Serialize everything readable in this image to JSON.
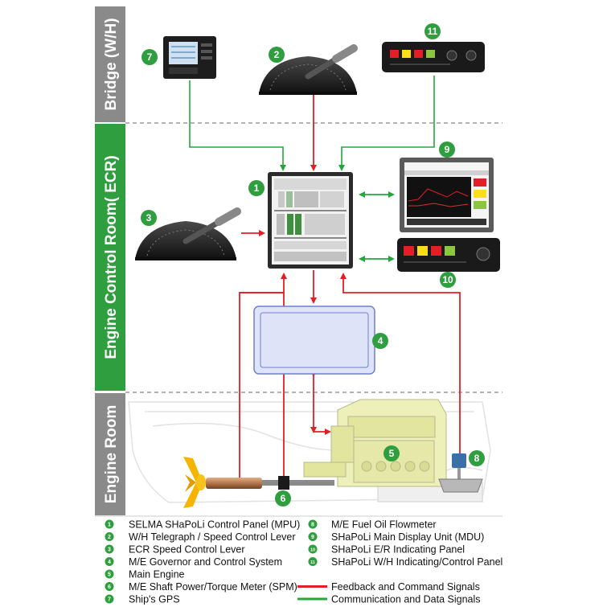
{
  "zones": [
    {
      "label": "Bridge (W/H)"
    },
    {
      "label": "Engine Control Room( ECR)"
    },
    {
      "label": "Engine Room"
    }
  ],
  "components": [
    {
      "num": "1",
      "label": "SELMA SHaPoLi Control Panel (MPU)"
    },
    {
      "num": "2",
      "label": "W/H Telegraph / Speed Control Lever"
    },
    {
      "num": "3",
      "label": "ECR Speed Control Lever"
    },
    {
      "num": "4",
      "label": "M/E Governor and Control System"
    },
    {
      "num": "5",
      "label": "Main Engine"
    },
    {
      "num": "6",
      "label": "M/E Shaft Power/Torque Meter (SPM)"
    },
    {
      "num": "7",
      "label": "Ship's GPS"
    },
    {
      "num": "8",
      "label": "M/E Fuel Oil Flowmeter"
    },
    {
      "num": "9",
      "label": "SHaPoLi Main Display Unit (MDU)"
    },
    {
      "num": "10",
      "label": "SHaPoLi E/R Indicating Panel"
    },
    {
      "num": "11",
      "label": "SHaPoLi W/H Indicating/Control Panel"
    }
  ],
  "line_legend": [
    {
      "label": "Feedback and Command Signals",
      "color": "#e31e24"
    },
    {
      "label": "Communication and Data Signals",
      "color": "#22a83a"
    }
  ],
  "colors": {
    "zone_bridge": "#8a8a8a",
    "zone_ecr": "#2e9e3e",
    "zone_er": "#8a8a8a",
    "badge": "#2e9e3e",
    "red_line": "#e31e24",
    "green_line": "#22a83a"
  }
}
